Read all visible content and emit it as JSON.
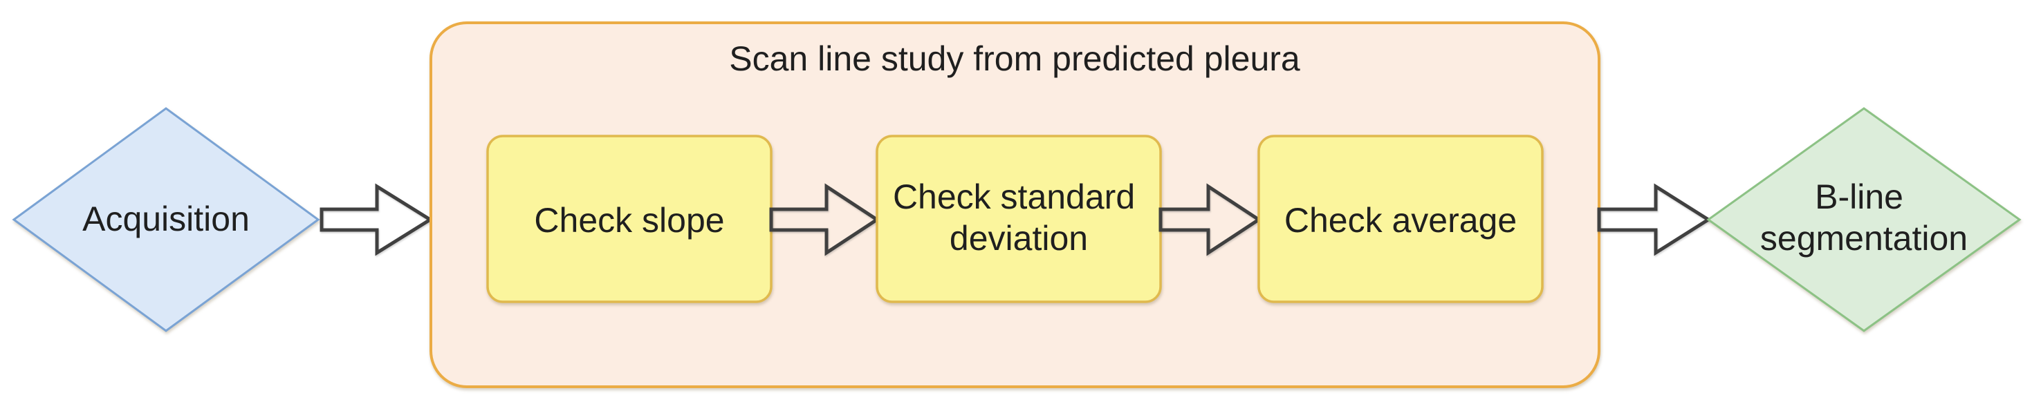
{
  "diagram": {
    "title": "Scan line study from predicted pleura",
    "nodes": {
      "acquisition": {
        "label": "Acquisition",
        "shape": "diamond"
      },
      "check_slope": {
        "label": "Check slope",
        "shape": "rounded-rect"
      },
      "check_std": {
        "lines": [
          "Check standard",
          "deviation"
        ],
        "label": "Check standard deviation",
        "shape": "rounded-rect"
      },
      "check_avg": {
        "label": "Check average",
        "shape": "rounded-rect"
      },
      "bline": {
        "lines": [
          "B-line",
          "segmentation"
        ],
        "label": "B-line segmentation",
        "shape": "diamond"
      }
    },
    "edges": [
      {
        "from": "acquisition",
        "to": "scan_line_group"
      },
      {
        "from": "check_slope",
        "to": "check_std"
      },
      {
        "from": "check_std",
        "to": "check_avg"
      },
      {
        "from": "scan_line_group",
        "to": "bline"
      }
    ],
    "palette": {
      "node_blue_fill": "#DBE8F8",
      "node_blue_stroke": "#7AA3D4",
      "group_fill": "#FCEDE2",
      "group_stroke": "#EBAC45",
      "step_fill": "#FBF59D",
      "step_stroke": "#E0B94E",
      "node_green_fill": "#DCEDDA",
      "node_green_stroke": "#8CC285",
      "arrow_stroke": "#404040",
      "arrow_fill": "none",
      "text_color": "#1F1F1F",
      "background": "#FFFFFF"
    }
  }
}
